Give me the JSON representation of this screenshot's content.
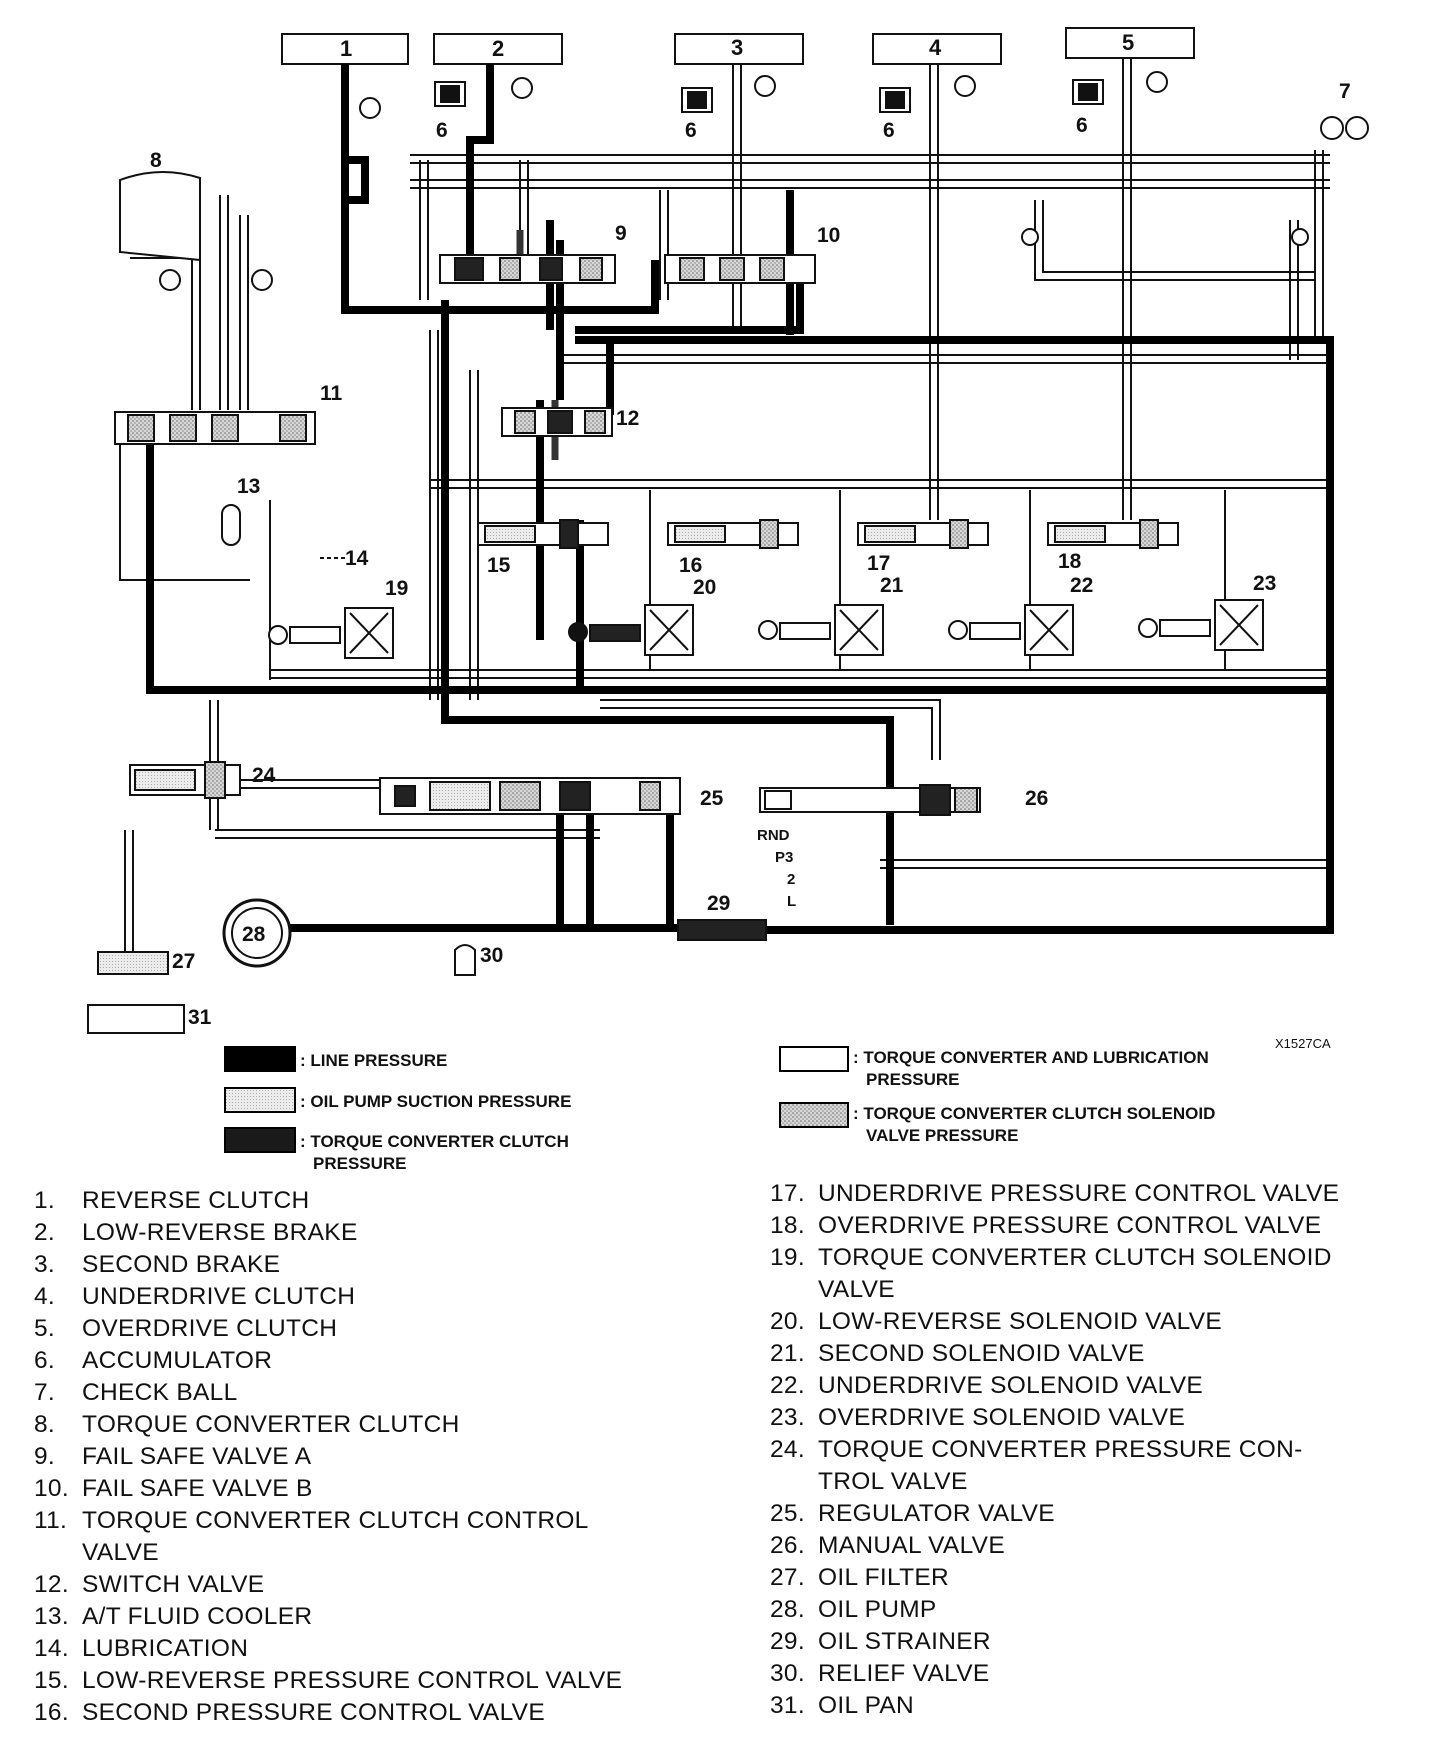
{
  "diagram": {
    "top_boxes": [
      "1",
      "2",
      "3",
      "4",
      "5"
    ],
    "callouts": {
      "accumulators": [
        "6",
        "6",
        "6",
        "6"
      ],
      "check_ball": "7",
      "tcc": "8",
      "fail_safe_a": "9",
      "fail_safe_b": "10",
      "tcc_control": "11",
      "switch_valve": "12",
      "cooler": "13",
      "lubrication": "14",
      "pressure_controls": [
        "15",
        "16",
        "17",
        "18"
      ],
      "tcc_solenoid": "19",
      "solenoids": [
        "20",
        "21",
        "22",
        "23"
      ],
      "tc_pressure_control": "24",
      "regulator": "25",
      "manual": "26",
      "filter": "27",
      "pump": "28",
      "strainer": "29",
      "relief": "30",
      "pan": "31"
    },
    "manual_positions": {
      "row1": "RND",
      "row2": "P3",
      "row3": "2",
      "row4": "L"
    },
    "figure_id": "X1527CA"
  },
  "legend": {
    "line_pressure": ": LINE PRESSURE",
    "suction": ": OIL PUMP SUCTION PRESSURE",
    "tcc_pressure_1": ": TORQUE CONVERTER CLUTCH",
    "tcc_pressure_2": "PRESSURE",
    "lube_1": ": TORQUE CONVERTER AND LUBRICATION",
    "lube_2": "PRESSURE",
    "solenoid_1": ": TORQUE CONVERTER CLUTCH SOLENOID",
    "solenoid_2": "VALVE PRESSURE"
  },
  "key": {
    "left": [
      {
        "n": "1.",
        "t": "REVERSE CLUTCH"
      },
      {
        "n": "2.",
        "t": "LOW-REVERSE BRAKE"
      },
      {
        "n": "3.",
        "t": "SECOND BRAKE"
      },
      {
        "n": "4.",
        "t": "UNDERDRIVE CLUTCH"
      },
      {
        "n": "5.",
        "t": "OVERDRIVE CLUTCH"
      },
      {
        "n": "6.",
        "t": "ACCUMULATOR"
      },
      {
        "n": "7.",
        "t": "CHECK BALL"
      },
      {
        "n": "8.",
        "t": "TORQUE CONVERTER CLUTCH"
      },
      {
        "n": "9.",
        "t": "FAIL SAFE VALVE A"
      },
      {
        "n": "10.",
        "t": "FAIL SAFE VALVE B"
      },
      {
        "n": "11.",
        "t": "TORQUE CONVERTER CLUTCH CONTROL"
      },
      {
        "n": "",
        "t": "VALVE"
      },
      {
        "n": "12.",
        "t": "SWITCH VALVE"
      },
      {
        "n": "13.",
        "t": "A/T FLUID COOLER"
      },
      {
        "n": "14.",
        "t": "LUBRICATION"
      },
      {
        "n": "15.",
        "t": "LOW-REVERSE PRESSURE CONTROL VALVE"
      },
      {
        "n": "16.",
        "t": "SECOND PRESSURE CONTROL VALVE"
      }
    ],
    "right": [
      {
        "n": "17.",
        "t": "UNDERDRIVE PRESSURE CONTROL VALVE"
      },
      {
        "n": "18.",
        "t": "OVERDRIVE PRESSURE CONTROL VALVE"
      },
      {
        "n": "19.",
        "t": "TORQUE CONVERTER CLUTCH SOLENOID"
      },
      {
        "n": "",
        "t": "VALVE"
      },
      {
        "n": "20.",
        "t": "LOW-REVERSE SOLENOID VALVE"
      },
      {
        "n": "21.",
        "t": "SECOND SOLENOID VALVE"
      },
      {
        "n": "22.",
        "t": "UNDERDRIVE SOLENOID VALVE"
      },
      {
        "n": "23.",
        "t": "OVERDRIVE SOLENOID VALVE"
      },
      {
        "n": "24.",
        "t": "TORQUE CONVERTER PRESSURE CON-"
      },
      {
        "n": "",
        "t": "TROL VALVE"
      },
      {
        "n": "25.",
        "t": "REGULATOR VALVE"
      },
      {
        "n": "26.",
        "t": "MANUAL VALVE"
      },
      {
        "n": "27.",
        "t": "OIL FILTER"
      },
      {
        "n": "28.",
        "t": "OIL PUMP"
      },
      {
        "n": "29.",
        "t": "OIL STRAINER"
      },
      {
        "n": "30.",
        "t": "RELIEF VALVE"
      },
      {
        "n": "31.",
        "t": "OIL PAN"
      }
    ]
  }
}
